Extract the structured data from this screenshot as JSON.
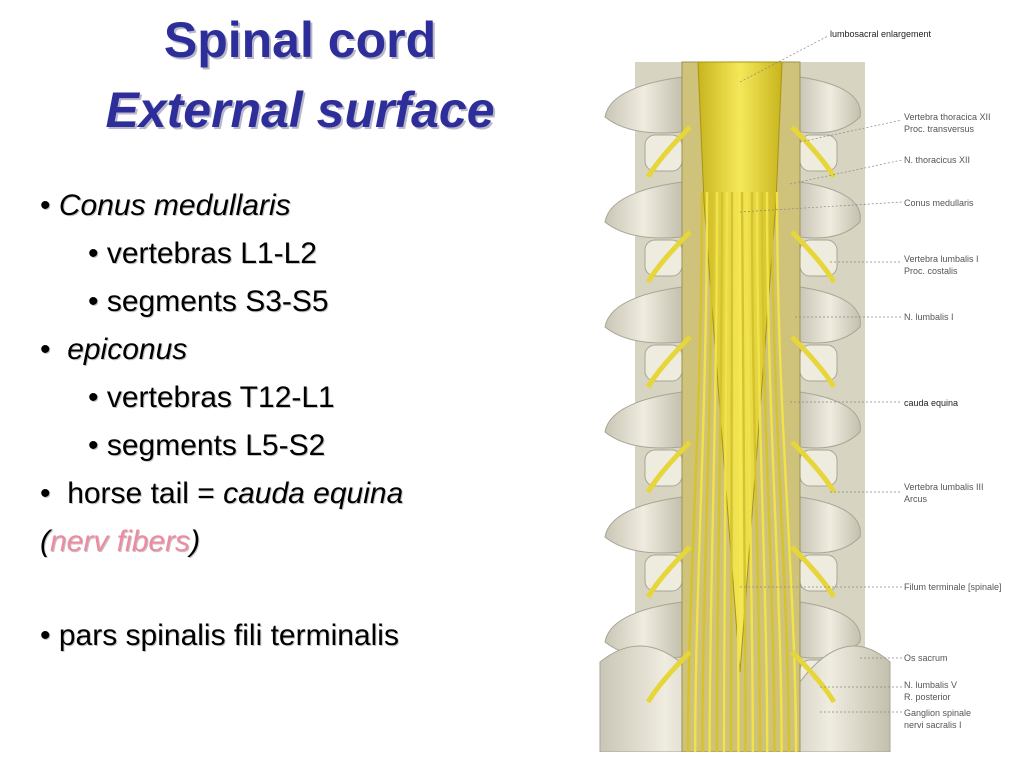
{
  "title": {
    "line1": "Spinal cord",
    "line2": "External surface"
  },
  "bullets": {
    "b1": {
      "marker": "•",
      "text": "Conus medullaris"
    },
    "b1_1": "• vertebras L1-L2",
    "b1_2": "• segments S3-S5",
    "b2": {
      "marker": "•",
      "text": "epiconus"
    },
    "b2_1": "• vertebras T12-L1",
    "b2_2": "• segments L5-S2",
    "b3": {
      "marker": "•",
      "text_plain": "horse tail = ",
      "text_italic": "cauda equina"
    },
    "b3_cont": {
      "open": "(",
      "pink": "nerv fibers",
      "close": ")"
    },
    "b4": "• pars spinalis fili terminalis"
  },
  "figure": {
    "labels": {
      "l1": "lumbosacral enlargement",
      "l2": "Vertebra thoracica XII",
      "l3": "Proc. transversus",
      "l4": "N. thoracicus XII",
      "l5": "Conus medullaris",
      "l6": "Vertebra lumbalis I",
      "l7": "Proc. costalis",
      "l8": "N. lumbalis I",
      "l9": "cauda equina",
      "l10": "Vertebra lumbalis III",
      "l11": "Arcus",
      "l12": "Filum terminale [spinale]",
      "l13": "Os sacrum",
      "l14": "N. lumbalis V",
      "l15": "R. posterior",
      "l16": "Ganglion spinale",
      "l17": "nervi sacralis I"
    },
    "colors": {
      "bone": "#e4e1d2",
      "bone_shadow": "#a9a595",
      "nerve": "#ecdc3c",
      "nerve_dark": "#c8b51e",
      "canal": "#d9cc6a"
    }
  }
}
